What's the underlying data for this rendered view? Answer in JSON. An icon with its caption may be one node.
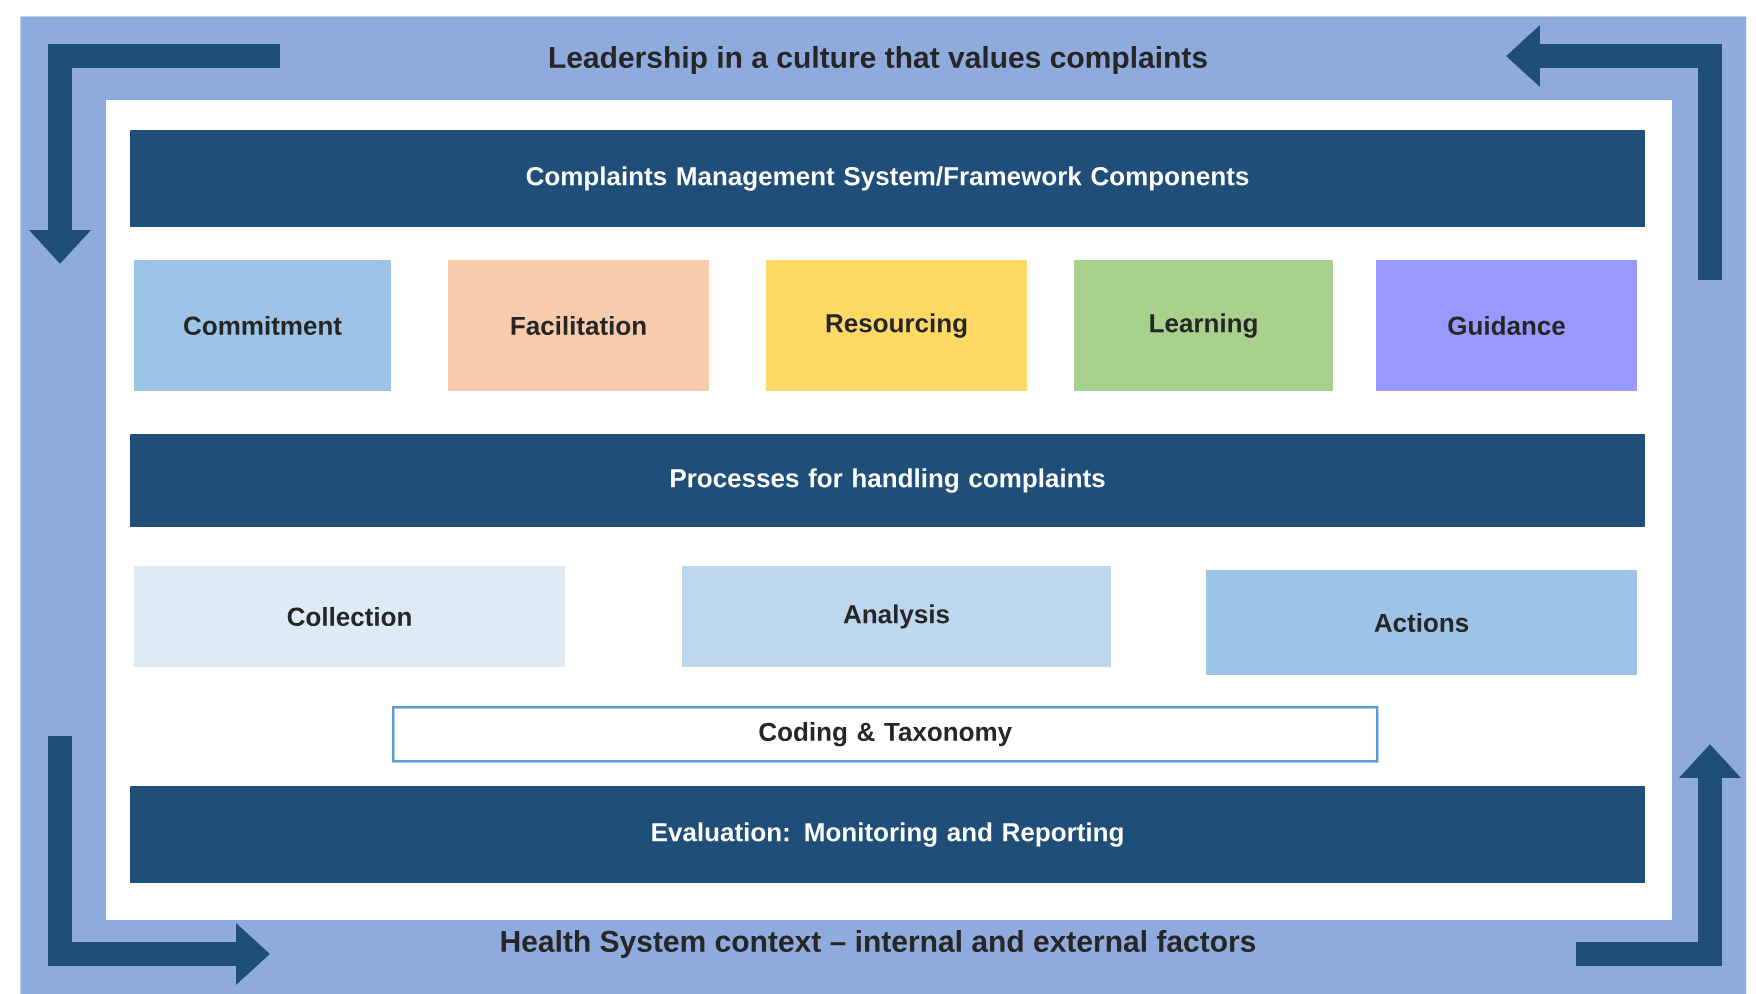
{
  "diagram": {
    "nodes": [
      {
        "text": [
          "Leadership in a culture that values complaints",
          "Health System context – internal and external factors"
        ]
      },
      {
        "text": [
          "Complaints Management System/Framework Components"
        ],
        "in": 0
      },
      {
        "text": [
          "Commitment"
        ],
        "in": 0
      },
      {
        "text": [
          "Facilitation"
        ],
        "in": 0
      },
      {
        "text": [
          "Resourcing"
        ],
        "in": 0
      },
      {
        "text": [
          "Learning"
        ],
        "in": 0
      },
      {
        "text": [
          "Guidance"
        ],
        "in": 0
      },
      {
        "text": [
          "Processes for handling complaints"
        ],
        "in": 0
      },
      {
        "text": [
          "Collection"
        ],
        "in": 0
      },
      {
        "text": [
          "Analysis"
        ],
        "in": 0
      },
      {
        "text": [
          "Actions"
        ],
        "in": 0
      },
      {
        "text": [
          "Coding & Taxonomy"
        ],
        "in": 0
      },
      {
        "text": [
          "Evaluation: Monitoring and Reporting"
        ],
        "in": 0
      }
    ]
  }
}
